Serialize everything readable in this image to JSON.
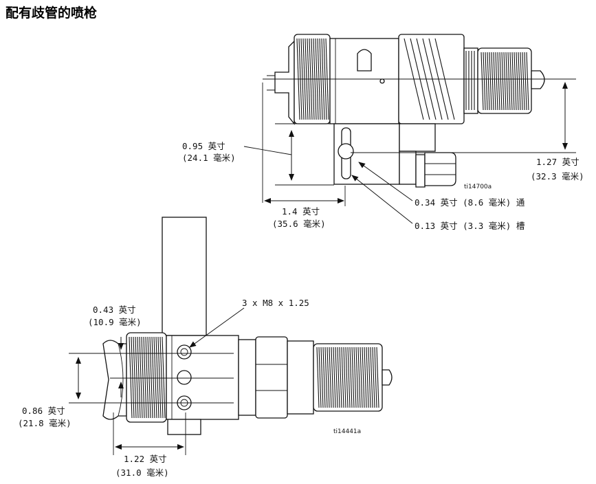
{
  "title": "配有歧管的喷枪",
  "top_view": {
    "figure_ref": "ti14700a",
    "dim_0_95": [
      "0.95 英寸",
      "(24.1 毫米)"
    ],
    "dim_1_27": [
      "1.27 英寸",
      "(32.3 毫米)"
    ],
    "dim_1_4": [
      "1.4 英寸",
      "(35.6 毫米)"
    ],
    "note_thru": "0.34 英寸 (8.6 毫米) 通",
    "note_slot": "0.13 英寸 (3.3 毫米) 槽"
  },
  "bottom_view": {
    "figure_ref": "ti14441a",
    "thread_label": "3 x M8 x 1.25",
    "dim_0_43": [
      "0.43 英寸",
      "(10.9 毫米)"
    ],
    "dim_0_86": [
      "0.86 英寸",
      "(21.8 毫米)"
    ],
    "dim_1_22": [
      "1.22 英寸",
      "(31.0 毫米)"
    ]
  }
}
